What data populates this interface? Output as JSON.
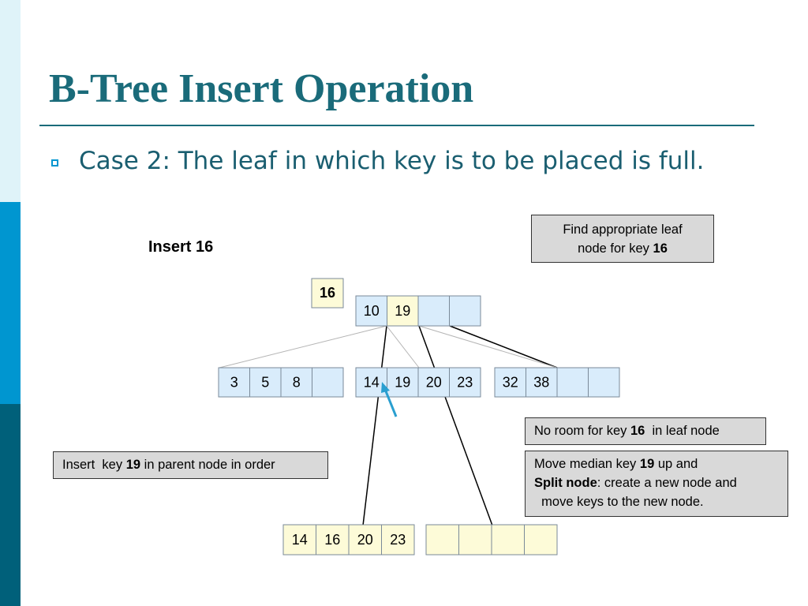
{
  "slide": {
    "title": "B-Tree Insert Operation",
    "bullet": "Case 2: The leaf in which key is to be placed is full."
  },
  "colors": {
    "title": "#1a6b7a",
    "strip_light": "#dff3f9",
    "strip_mid": "#0096d0",
    "strip_dark": "#00607a",
    "empty_cell": "#d9ecfb",
    "highlight_cell": "#fdfbd8",
    "note_bg": "#d9d9d9",
    "arrow": "#2a9fd0"
  },
  "insert_label": "Insert 16",
  "new_key": "16",
  "notes": {
    "find": {
      "line1": "Find appropriate leaf",
      "line2_pre": "node for key ",
      "line2_bold": "16"
    },
    "no_room": {
      "pre": "No room for key ",
      "bold": "16",
      "post": "  in leaf node"
    },
    "move": {
      "line1_pre": "Move median key ",
      "line1_bold": "19",
      "line1_post": " up and",
      "line2_bold": "Split node",
      "line2_post": ": create a new node and",
      "line3": "  move keys to the new node."
    },
    "parent": {
      "pre": "Insert  key ",
      "bold": "19",
      "post": " in parent node in order"
    }
  },
  "nodes": {
    "root": [
      "10",
      "19",
      "",
      ""
    ],
    "leaf_left": [
      "3",
      "5",
      "8",
      ""
    ],
    "leaf_middle": [
      "14",
      "19",
      "20",
      "23"
    ],
    "leaf_right": [
      "32",
      "38",
      "",
      ""
    ],
    "split_left": [
      "14",
      "16",
      "20",
      "23"
    ],
    "split_right": [
      "",
      "",
      "",
      ""
    ]
  },
  "icons": {
    "pointer": "arrow-icon"
  }
}
